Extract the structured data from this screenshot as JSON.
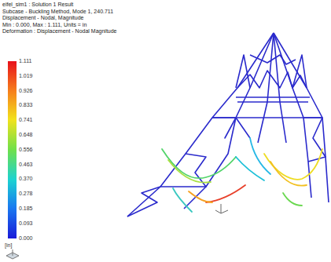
{
  "diagram": {
    "labels": [
      "eifel_sim1 : Solution 1 Result",
      "Subcase - Buckling Method, Mode 1, 240.711",
      "Displacement - Nodal, Magnitude",
      "Min : 0.000, Max : 1.111, Units = in",
      "Deformation : Displacement - Nodal Magnitude",
      "1.111",
      "1.019",
      "0.926",
      "0.833",
      "0.741",
      "0.648",
      "0.556",
      "0.463",
      "0.370",
      "0.278",
      "0.185",
      "0.093",
      "0.000",
      "[in]"
    ]
  }
}
